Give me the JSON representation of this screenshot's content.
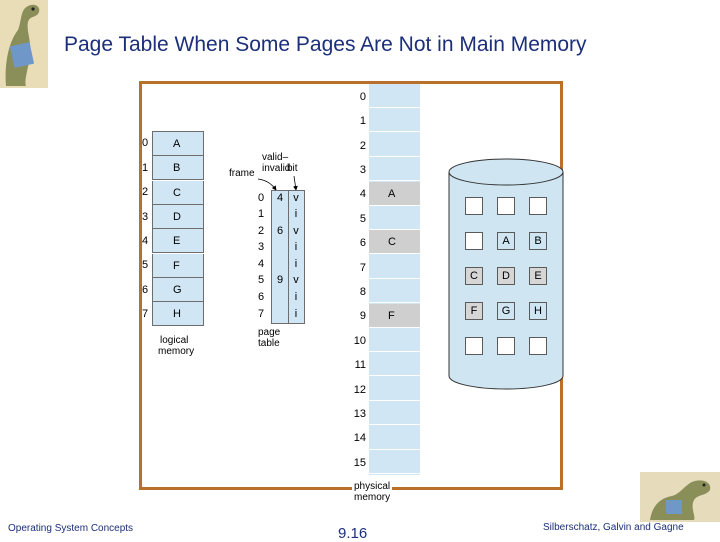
{
  "title": "Page Table When Some Pages Are Not in Main Memory",
  "footer": {
    "left": "Operating System Concepts",
    "center": "9.16",
    "right": "Silberschatz, Galvin and Gagne"
  },
  "logical_memory": {
    "label_line1": "logical",
    "label_line2": "memory",
    "indices": [
      "0",
      "1",
      "2",
      "3",
      "4",
      "5",
      "6",
      "7"
    ],
    "pages": [
      "A",
      "B",
      "C",
      "D",
      "E",
      "F",
      "G",
      "H"
    ]
  },
  "page_table": {
    "label": "page table",
    "frame_label": "frame",
    "bit_label_line1": "valid–invalid",
    "bit_label_line2": "bit",
    "indices": [
      "0",
      "1",
      "2",
      "3",
      "4",
      "5",
      "6",
      "7"
    ],
    "frames": [
      "4",
      "",
      "6",
      "",
      "",
      "9",
      "",
      ""
    ],
    "bits": [
      "v",
      "i",
      "v",
      "i",
      "i",
      "v",
      "i",
      "i"
    ]
  },
  "physical_memory": {
    "label": "physical memory",
    "indices": [
      "0",
      "1",
      "2",
      "3",
      "4",
      "5",
      "6",
      "7",
      "8",
      "9",
      "10",
      "11",
      "12",
      "13",
      "14",
      "15"
    ],
    "contents": [
      "",
      "",
      "",
      "",
      "A",
      "",
      "C",
      "",
      "",
      "F",
      "",
      "",
      "",
      "",
      "",
      ""
    ]
  },
  "disk": {
    "rows": [
      [
        "",
        "",
        ""
      ],
      [
        "",
        "A",
        "B"
      ],
      [
        "C",
        "D",
        "E"
      ],
      [
        "F",
        "G",
        "H"
      ],
      [
        "",
        "",
        ""
      ]
    ]
  },
  "colors": {
    "title": "#1b2f7a",
    "frame_border": "#b8702a",
    "memory_fill": "#d0e6f4",
    "highlight_fill": "#cfcfcf",
    "disk_fill": "#cfe6f2"
  }
}
